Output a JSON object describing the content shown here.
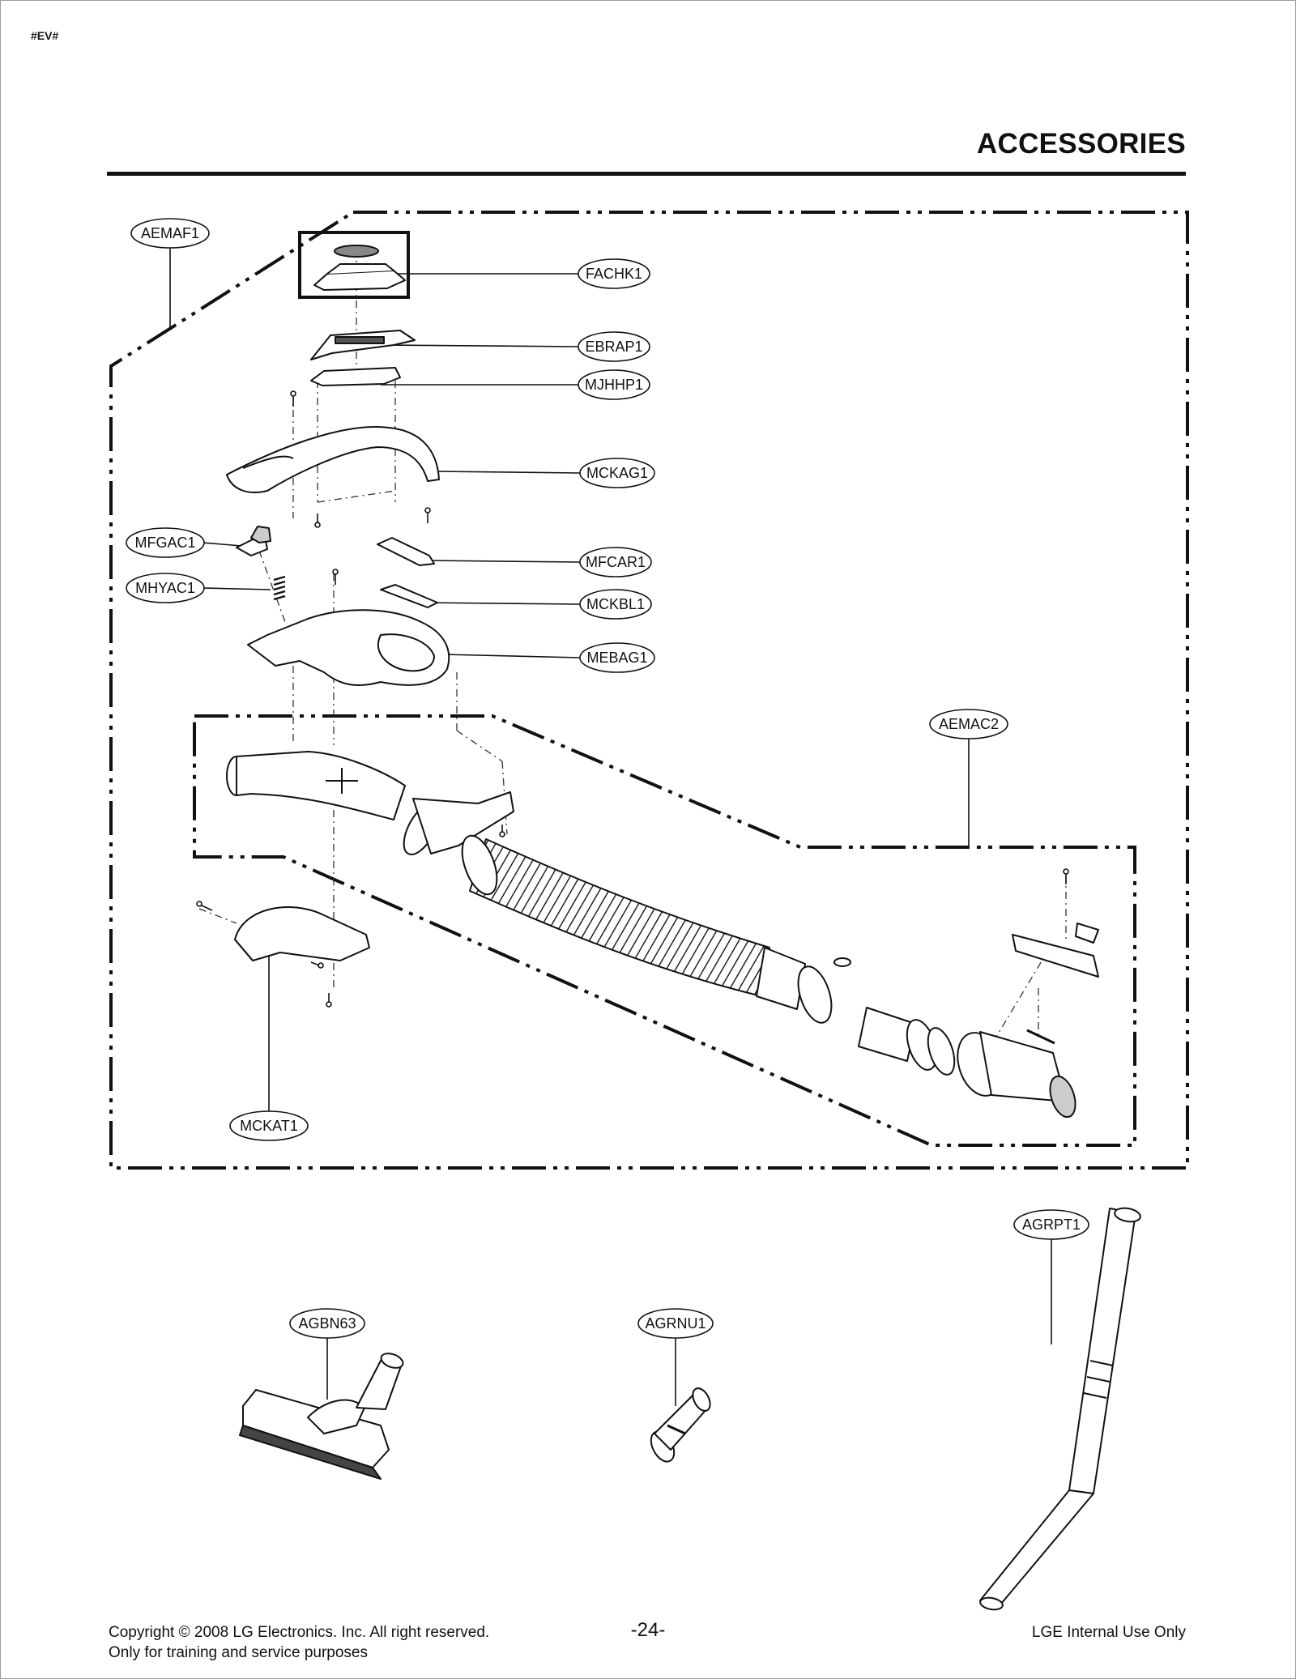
{
  "header": {
    "doc_id": "#EV#",
    "title": "ACCESSORIES"
  },
  "callouts": {
    "aemaf1": "AEMAF1",
    "fachk1": "FACHK1",
    "ebrap1": "EBRAP1",
    "mjhhp1": "MJHHP1",
    "mckag1": "MCKAG1",
    "mfgac1": "MFGAC1",
    "mfcar1": "MFCAR1",
    "mhyac1": "MHYAC1",
    "mckbl1": "MCKBL1",
    "mebag1": "MEBAG1",
    "aemac2": "AEMAC2",
    "mckat1": "MCKAT1",
    "agrpt1": "AGRPT1",
    "agbn63": "AGBN63",
    "agrnu1": "AGRNU1"
  },
  "footer": {
    "copyright": "Copyright © 2008 LG Electronics. Inc. All right reserved.",
    "purpose": "Only for training and service purposes",
    "page_number": "-24-",
    "internal": "LGE Internal Use Only"
  }
}
